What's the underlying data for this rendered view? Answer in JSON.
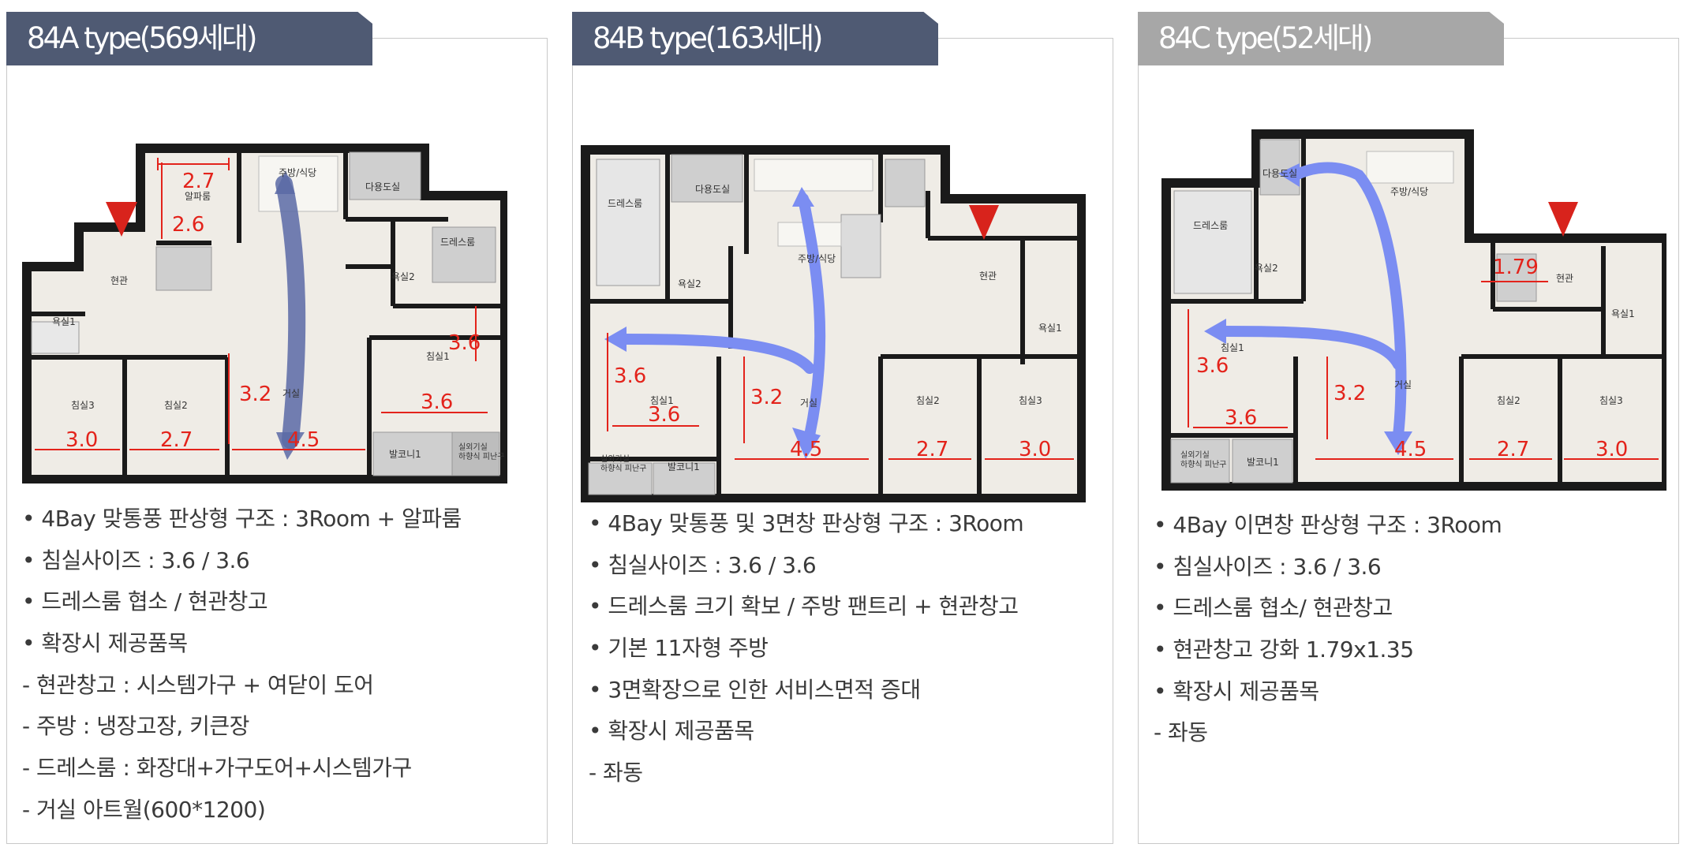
{
  "units": [
    {
      "title": "84A type(569세대)",
      "header_color": "#4f5a73",
      "rooms": {
        "alpha": "알파룸",
        "kitchen": "주방/식당",
        "utility": "다용도실",
        "dress": "드레스룸",
        "bath2": "욕실2",
        "entrance": "현관",
        "bath1": "욕실1",
        "bed1": "침실1",
        "bed3": "침실3",
        "bed2": "침실2",
        "living": "거실",
        "balcony": "발코니1",
        "shelter": "실외기실\n하향식 피난구"
      },
      "dims": {
        "alpha_w": "2.7",
        "alpha_h": "2.6",
        "bed3_w": "3.0",
        "bed2_w": "2.7",
        "living_h": "3.2",
        "living_w": "4.5",
        "bed1_h": "3.6",
        "bed1_w": "3.6"
      },
      "features": [
        "• 4Bay 맞통풍 판상형 구조 : 3Room + 알파룸",
        "• 침실사이즈 : 3.6 / 3.6",
        "• 드레스룸 협소 / 현관창고",
        "• 확장시 제공품목",
        "- 현관창고 : 시스템가구 + 여닫이 도어",
        "- 주방 : 냉장고장, 키큰장",
        "- 드레스룸 : 화장대+가구도어+시스템가구",
        "- 거실 아트월(600*1200)"
      ]
    },
    {
      "title": "84B type(163세대)",
      "header_color": "#4f5a73",
      "rooms": {
        "dress": "드레스룸",
        "utility": "다용도실",
        "kitchen": "주방/식당",
        "bath2": "욕실2",
        "entrance": "현관",
        "bath1": "욕실1",
        "bed1": "침실1",
        "living": "거실",
        "bed2": "침실2",
        "bed3": "침실3",
        "shelter": "실외기실\n하향식 피난구",
        "balcony": "발코니1"
      },
      "dims": {
        "bed1_h": "3.6",
        "bed1_w": "3.6",
        "living_h": "3.2",
        "living_w": "4.5",
        "bed2_w": "2.7",
        "bed3_w": "3.0"
      },
      "features": [
        "• 4Bay 맞통풍 및 3면창 판상형 구조 : 3Room",
        "• 침실사이즈 : 3.6 / 3.6",
        "• 드레스룸 크기 확보 / 주방 팬트리 + 현관창고",
        "• 기본 11자형 주방",
        "• 3면확장으로 인한 서비스면적 증대",
        "• 확장시 제공품목",
        "- 좌동"
      ]
    },
    {
      "title": "84C type(52세대)",
      "header_color": "#a7a7a7",
      "rooms": {
        "utility": "다용도실",
        "kitchen": "주방/식당",
        "dress": "드레스룸",
        "bath2": "욕실2",
        "entrance": "현관",
        "bath1": "욕실1",
        "bed1": "침실1",
        "living": "거실",
        "bed2": "침실2",
        "bed3": "침실3",
        "shelter": "실외기실\n하향식 피난구",
        "balcony": "발코니1"
      },
      "dims": {
        "entrance_w": "1.79",
        "bed1_h": "3.6",
        "bed1_w": "3.6",
        "living_h": "3.2",
        "living_w": "4.5",
        "bed2_w": "2.7",
        "bed3_w": "3.0"
      },
      "features": [
        "• 4Bay 이면창 판상형 구조 : 3Room",
        "• 침실사이즈 : 3.6 / 3.6",
        "• 드레스룸 협소/ 현관창고",
        "• 현관창고 강화 1.79x1.35",
        "• 확장시 제공품목",
        "- 좌동"
      ]
    }
  ],
  "colors": {
    "dimension": "#e3231b",
    "arrow_84a": "#5a6aa6",
    "arrow_blue": "#7b8df2",
    "entrance_marker": "#d8231c",
    "wall": "#1a1a1a",
    "floor": "#efece6"
  }
}
